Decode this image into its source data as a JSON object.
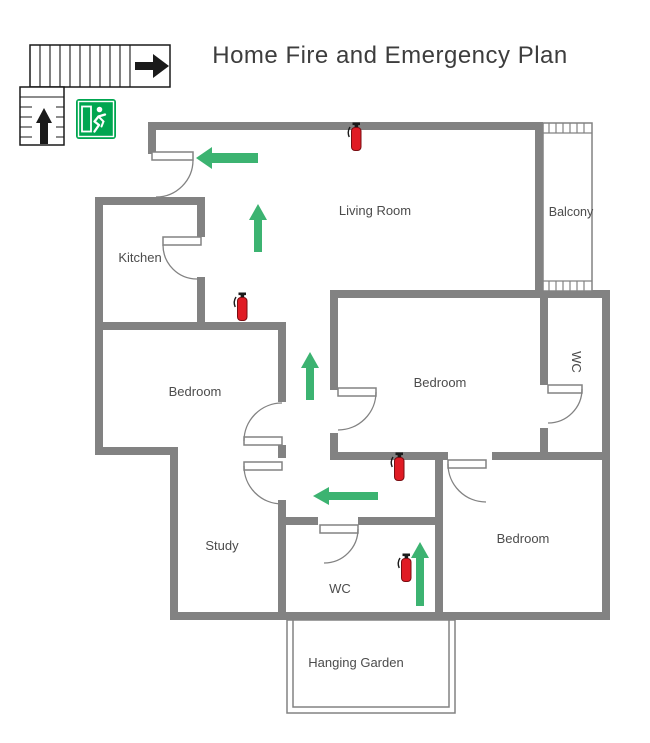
{
  "title": "Home Fire and Emergency Plan",
  "rooms": {
    "living_room": "Living Room",
    "balcony": "Balcony",
    "kitchen": "Kitchen",
    "bedroom_left": "Bedroom",
    "bedroom_middle": "Bedroom",
    "bedroom_right": "Bedroom",
    "wc_upper": "WC",
    "wc_lower": "WC",
    "study": "Study",
    "hanging_garden": "Hanging Garden"
  },
  "symbols": {
    "fire_extinguisher_count": 4,
    "escape_arrow_directions": [
      "left",
      "up",
      "up",
      "left",
      "up"
    ],
    "exit_sign": "emergency-exit",
    "staircase": "escape-staircase"
  },
  "colors": {
    "wall": "#828282",
    "escape_arrow": "#3cb371",
    "extinguisher_red": "#e01b24",
    "exit_sign_green": "#00a650",
    "label_text": "#4c4c4c",
    "stair_line": "#1a1a1a"
  }
}
